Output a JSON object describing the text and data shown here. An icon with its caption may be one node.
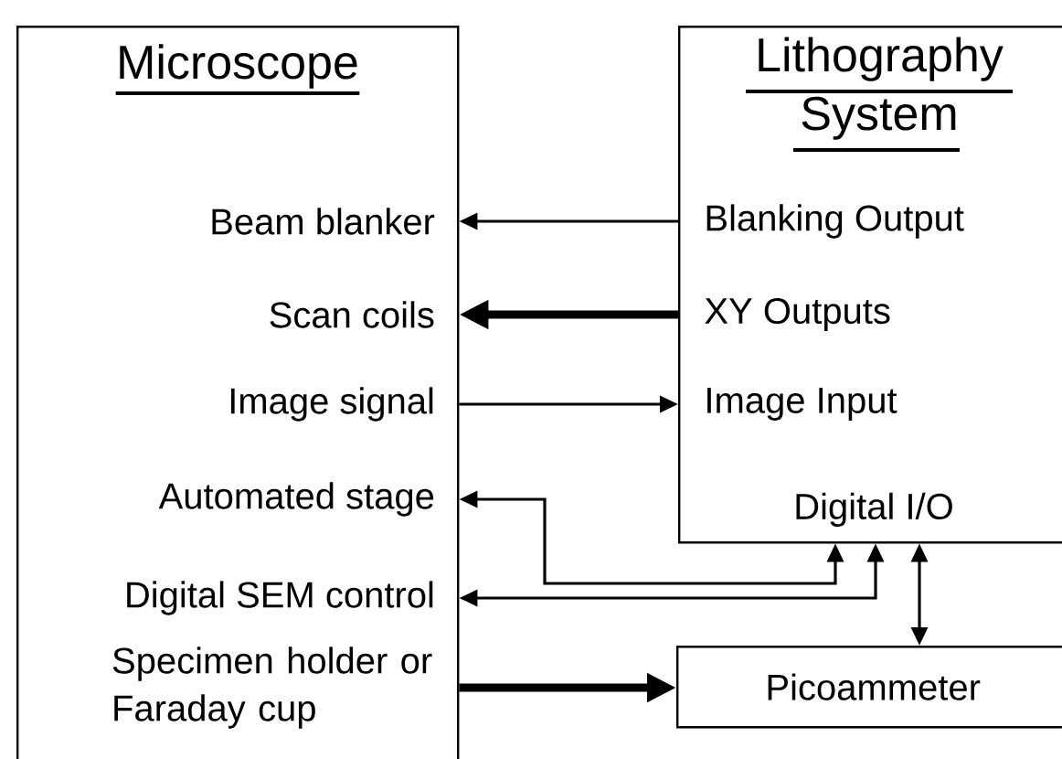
{
  "diagram": {
    "nodes": [
      {
        "text": [
          "Microscope"
        ]
      },
      {
        "text": [
          "Beam blanker"
        ],
        "in": 0
      },
      {
        "text": [
          "Scan coils"
        ],
        "in": 0
      },
      {
        "text": [
          "Image signal"
        ],
        "in": 0
      },
      {
        "text": [
          "Automated stage"
        ],
        "in": 0
      },
      {
        "text": [
          "Digital SEM control"
        ],
        "in": 0
      },
      {
        "text": [
          "Specimen holder or Faraday cup"
        ],
        "in": 0
      },
      {
        "text": [
          "Lithography System"
        ]
      },
      {
        "text": [
          "Blanking Output"
        ],
        "in": 7
      },
      {
        "text": [
          "XY Outputs"
        ],
        "in": 7
      },
      {
        "text": [
          "Image Input"
        ],
        "in": 7
      },
      {
        "text": [
          "Digital I/O"
        ],
        "in": 7
      },
      {
        "text": [
          "Picoammeter"
        ]
      }
    ],
    "edges": [
      {
        "from": 8,
        "to": 1,
        "arrow": "to"
      },
      {
        "from": 9,
        "to": 2,
        "arrow": "to",
        "style": "thick"
      },
      {
        "from": 3,
        "to": 10,
        "arrow": "to"
      },
      {
        "from": 11,
        "to": 4,
        "arrow": "both"
      },
      {
        "from": 11,
        "to": 5,
        "arrow": "both"
      },
      {
        "from": 11,
        "to": 12,
        "arrow": "both"
      },
      {
        "from": 6,
        "to": 12,
        "arrow": "to",
        "style": "thick"
      }
    ]
  }
}
